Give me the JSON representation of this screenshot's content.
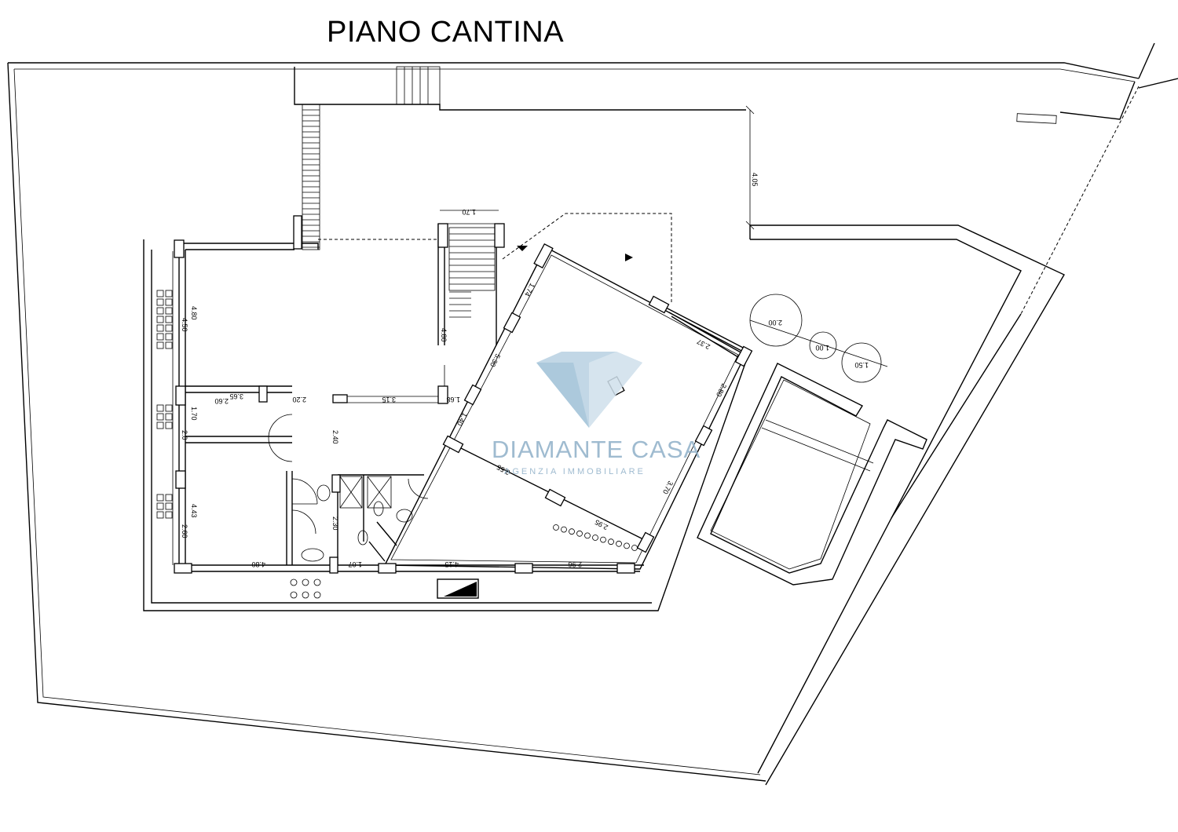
{
  "title": "PIANO CANTINA",
  "watermark": {
    "name": "DIAMANTE CASA",
    "tagline": "AGENZIA IMMOBILIARE",
    "color": "#8fb0c8"
  },
  "dimensions": {
    "stair_width": "1.70",
    "stair_length": "4.80",
    "terrace_depth": "4.05",
    "left_room_h": "4.80",
    "left_room_inner": "4.50",
    "corridor_w1": "3.65",
    "corridor_w2": "2.60",
    "corridor_h": "1.70",
    "corridor_h2": "2.0",
    "small_gap": "2.20",
    "hall_w": "3.15",
    "hall_h": "2.40",
    "mid_gap": "1.68",
    "lower_left_h": "4.43",
    "lower_left_inner": "2.60",
    "bath_h": "2.30",
    "bottom_left": "4.80",
    "bottom_door": "1.07",
    "bottom_mid": "4.15",
    "bottom_right": "2.96",
    "diag_top": "1.74",
    "diag_wall": "5.30",
    "diag_lower": "1.40",
    "big_room_top": "2.37",
    "big_room_right": "2.80",
    "big_room_right2": "3.70",
    "big_room_mid": "3.55",
    "big_room_low": "2.95",
    "tree_1": "2.00",
    "tree_2": "1.00",
    "tree_3": "1.50"
  }
}
